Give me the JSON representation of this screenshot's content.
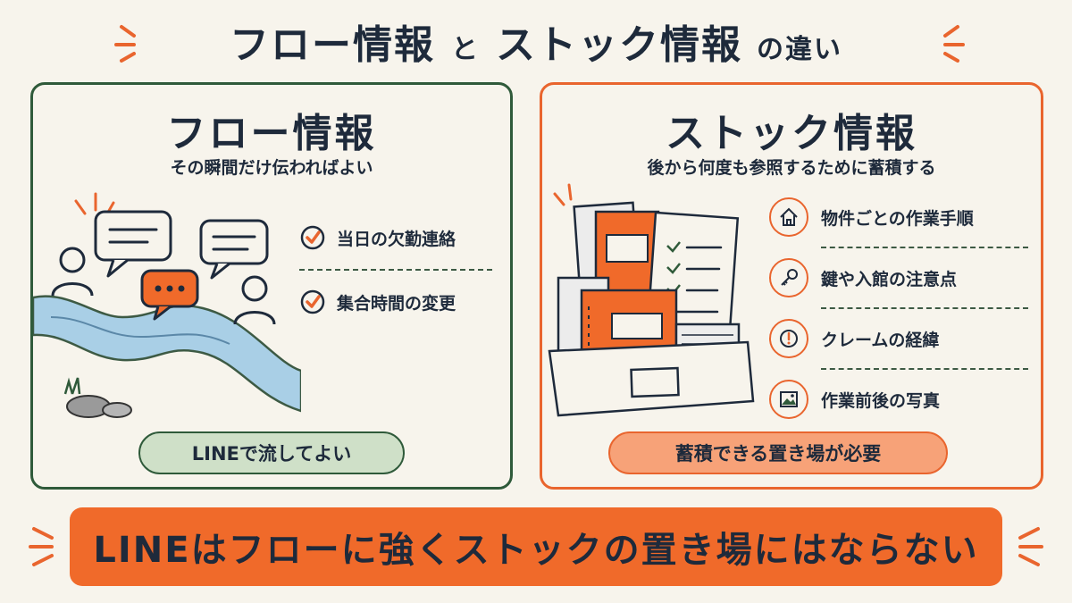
{
  "header": {
    "part1": "フロー情報",
    "conj": "と",
    "part2": "ストック情報",
    "suffix": "の違い"
  },
  "flow": {
    "title": "フロー情報",
    "subtitle": "その瞬間だけ伝わればよい",
    "items": [
      {
        "label": "当日の欠勤連絡",
        "icon": "check-icon"
      },
      {
        "label": "集合時間の変更",
        "icon": "check-icon"
      }
    ],
    "pill": "LINEで流してよい"
  },
  "stock": {
    "title": "ストック情報",
    "subtitle": "後から何度も参照するために蓄積する",
    "items": [
      {
        "label": "物件ごとの作業手順",
        "icon": "house-icon"
      },
      {
        "label": "鍵や入館の注意点",
        "icon": "key-icon"
      },
      {
        "label": "クレームの経緯",
        "icon": "exclamation-icon"
      },
      {
        "label": "作業前後の写真",
        "icon": "photo-icon"
      }
    ],
    "pill": "蓄積できる置き場が必要"
  },
  "banner": "LINEはフローに強くストックの置き場にはならない",
  "colors": {
    "green": "#2f5a3a",
    "orange": "#e9652e",
    "navy": "#1e2a3b",
    "background": "#f7f4ec"
  }
}
